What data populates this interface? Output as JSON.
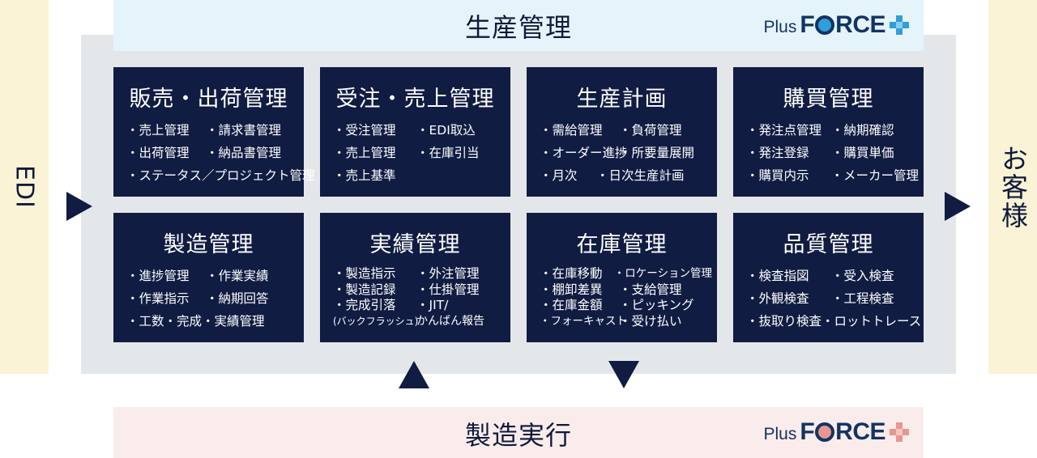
{
  "edi_label": "EDI",
  "customer_label": "お客様",
  "top_band": {
    "title": "生産管理",
    "logo_plus": "Plus",
    "logo_force_f": "F",
    "logo_force_rest": "RCE"
  },
  "bottom_band": {
    "title": "製造実行",
    "logo_plus": "Plus",
    "logo_force_f": "F",
    "logo_force_rest": "RCE"
  },
  "colors": {
    "navy": "#101c42",
    "gray_bg": "#e4e7ea",
    "top_band": "#e5f4fb",
    "bottom_band": "#fbecec",
    "side": "#fbf3d5",
    "logo_blue": "#2f9fd8",
    "logo_pink": "#e7978f"
  },
  "cards": [
    {
      "title": "販売・出荷管理",
      "rows": [
        [
          "・売上管理",
          "・請求書管理"
        ],
        [
          "・出荷管理",
          "・納品書管理"
        ],
        [
          "・ステータス／プロジェクト管理"
        ]
      ]
    },
    {
      "title": "受注・売上管理",
      "rows": [
        [
          "・受注管理",
          "・EDI取込"
        ],
        [
          "・売上管理",
          "・在庫引当"
        ],
        [
          "・売上基準"
        ]
      ]
    },
    {
      "title": "生産計画",
      "rows": [
        [
          "・需給管理",
          "・負荷管理"
        ],
        [
          "・オーダー進捗",
          "・所要量展開"
        ],
        [
          "・月次",
          "・日次生産計画"
        ]
      ]
    },
    {
      "title": "購買管理",
      "rows": [
        [
          "・発注点管理",
          "・納期確認"
        ],
        [
          "・発注登録",
          "・購買単価"
        ],
        [
          "・購買内示",
          "・メーカー管理"
        ]
      ]
    },
    {
      "title": "製造管理",
      "rows": [
        [
          "・進捗管理",
          "・作業実績"
        ],
        [
          "・作業指示",
          "・納期回答"
        ],
        [
          "・工数・完成・実績管理"
        ]
      ]
    },
    {
      "title": "実績管理",
      "rows": [
        [
          "・製造指示",
          "・外注管理"
        ],
        [
          "・製造記録",
          "・仕掛管理"
        ],
        [
          "・完成引落",
          "・JIT/"
        ],
        [
          "(バックフラッシュ)",
          "かんばん報告"
        ]
      ]
    },
    {
      "title": "在庫管理",
      "rows": [
        [
          "・在庫移動",
          "・ロケーション管理"
        ],
        [
          "・棚卸差異",
          "・支給管理"
        ],
        [
          "・在庫金額",
          "・ピッキング"
        ],
        [
          "・フォーキャスト",
          "・受け払い"
        ]
      ]
    },
    {
      "title": "品質管理",
      "rows": [
        [
          "・検査指図",
          "・受入検査"
        ],
        [
          "・外観検査",
          "・工程検査"
        ],
        [
          "・抜取り検査",
          "・ロットトレース"
        ]
      ]
    }
  ]
}
